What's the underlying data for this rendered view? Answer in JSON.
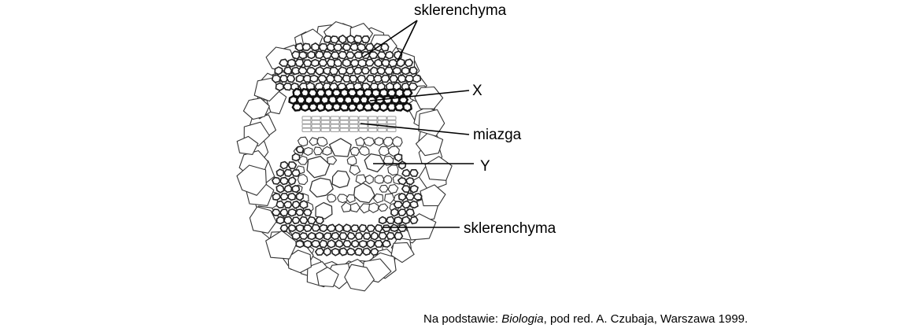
{
  "labels": {
    "sklerenchyma_top": "sklerenchyma",
    "x": "X",
    "miazga": "miazga",
    "y": "Y",
    "sklerenchyma_bottom": "sklerenchyma"
  },
  "caption": {
    "prefix": "Na podstawie: ",
    "title": "Biologia",
    "suffix": ", pod red. A. Czubaja, Warszawa 1999."
  },
  "colors": {
    "ink": "#000000",
    "cell_stroke": "#333333",
    "xylem_wall": "#111111",
    "phloem_gray": "#9a9a9a",
    "background": "#ffffff"
  }
}
